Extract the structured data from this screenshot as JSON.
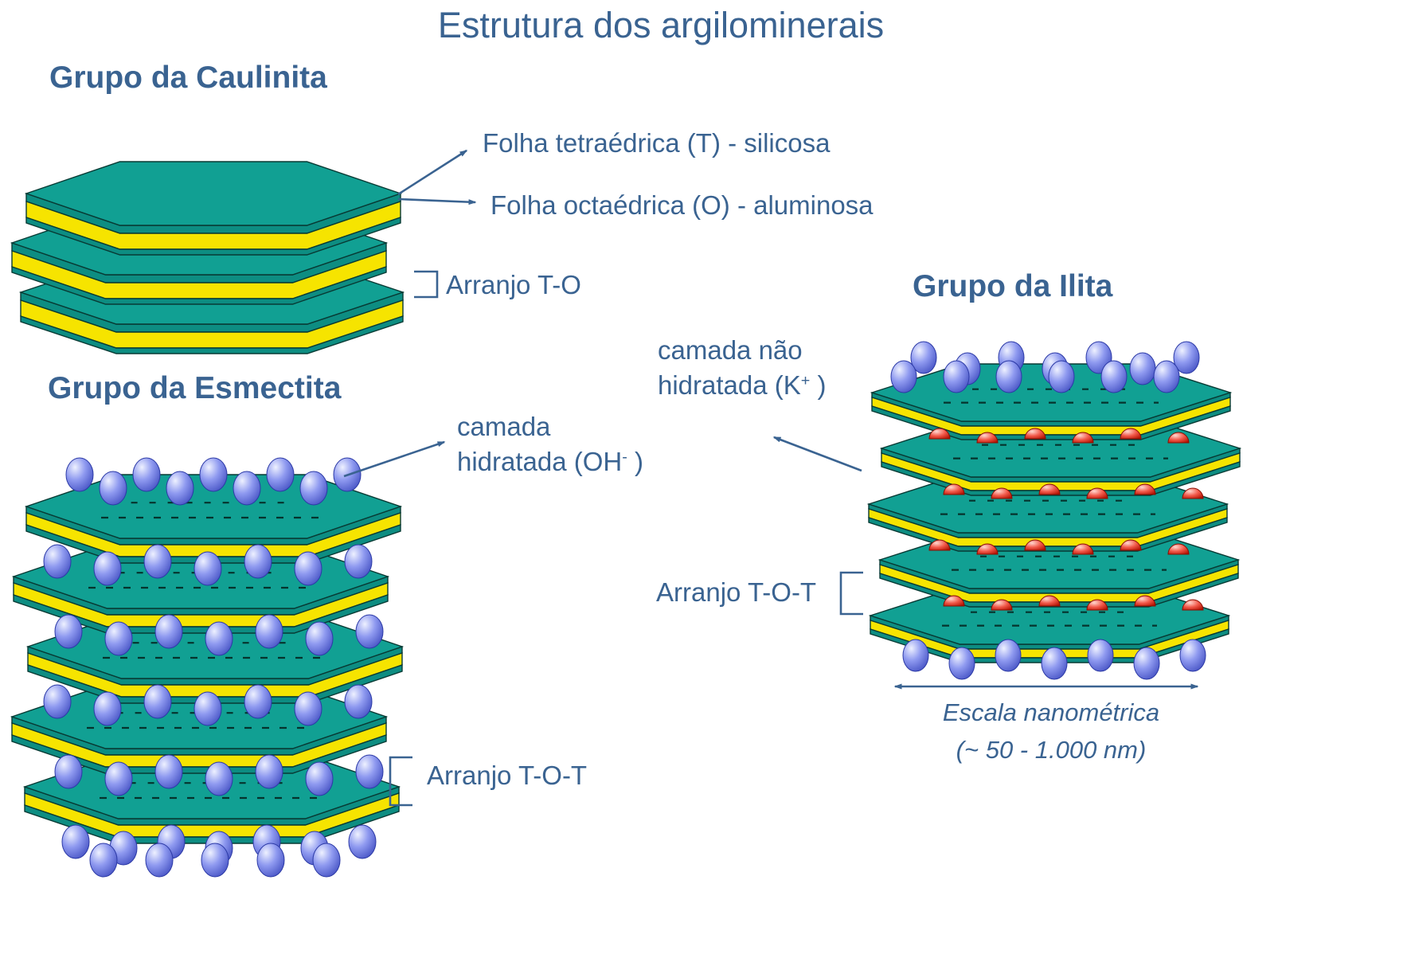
{
  "title": "Estrutura dos argilominerais",
  "colors": {
    "text": "#3a6391",
    "teal_top": "#11a093",
    "teal_side": "#0d8d82",
    "yellow": "#f6e400",
    "outline": "#083a34",
    "dash": "#06332d",
    "sphere_blue_hi": "#eef1ff",
    "sphere_blue_mid": "#8f9af0",
    "sphere_blue_lo": "#3f4cc0",
    "sphere_blue_stroke": "#2c3aa6",
    "sphere_red_hi": "#ffd8d0",
    "sphere_red_mid": "#f2594a",
    "sphere_red_lo": "#b01000",
    "sphere_red_stroke": "#8a0e02"
  },
  "caulinita": {
    "heading": "Grupo da Caulinita",
    "label_tetra": "Folha tetraédrica (T) - silicosa",
    "label_octa": "Folha octaédrica (O) - aluminosa",
    "label_arranjo": "Arranjo T-O"
  },
  "esmectita": {
    "heading": "Grupo da Esmectita",
    "camada_line1": "camada",
    "camada_line2_pre": "hidratada (OH",
    "camada_sup": "-",
    "camada_line2_post": " )",
    "label_arranjo": "Arranjo T-O-T"
  },
  "ilita": {
    "heading": "Grupo da Ilita",
    "camada_line1": "camada não",
    "camada_line2_pre": "hidratada (K",
    "camada_sup": "+",
    "camada_line2_post": " )",
    "label_arranjo": "Arranjo T-O-T",
    "escala_line1": "Escala nanométrica",
    "escala_line2": "(~ 50 - 1.000 nm)"
  }
}
